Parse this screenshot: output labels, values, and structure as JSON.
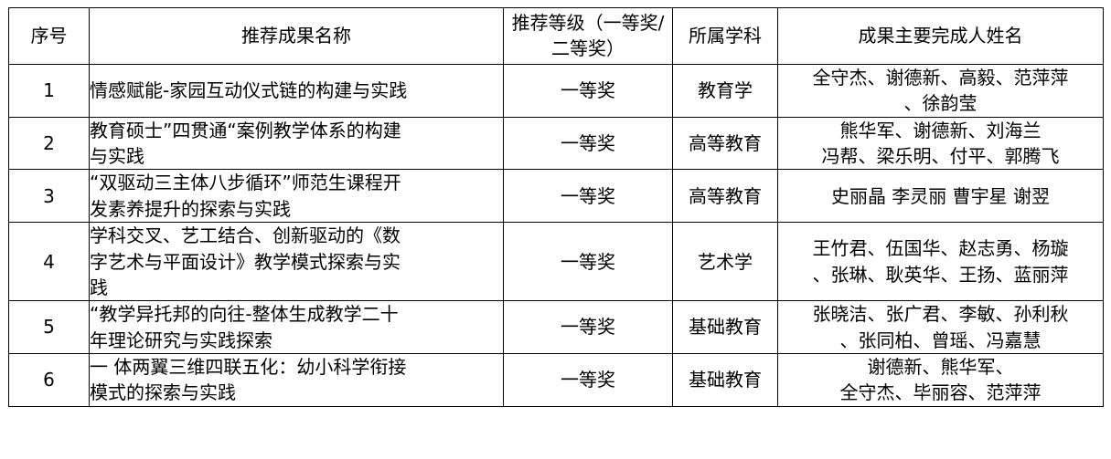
{
  "table": {
    "headers": {
      "seq": "序号",
      "name": "推荐成果名称",
      "level": "推荐等级（一等奖/二等奖）",
      "discipline": "所属学科",
      "people": "成果主要完成人姓名"
    },
    "rows": [
      {
        "seq": "1",
        "name_lines": [
          "情感赋能-家园互动仪式链的构建与实践"
        ],
        "level": "一等奖",
        "discipline": "教育学",
        "people_lines": [
          "全守杰、谢德新、高毅、范萍萍",
          "、徐韵莹"
        ]
      },
      {
        "seq": "2",
        "name_lines": [
          "教育硕士”四贯通“案例教学体系的构建",
          "与实践"
        ],
        "level": "一等奖",
        "discipline": "高等教育",
        "people_lines": [
          "熊华军、谢德新、刘海兰",
          "冯帮、梁乐明、付平、郭腾飞"
        ]
      },
      {
        "seq": "3",
        "name_lines": [
          "“双驱动三主体八步循环”师范生课程开",
          "发素养提升的探索与实践"
        ],
        "level": "一等奖",
        "discipline": "高等教育",
        "people_lines": [
          "史丽晶 李灵丽 曹宇星 谢翌"
        ]
      },
      {
        "seq": "4",
        "name_lines": [
          "学科交叉、艺工结合、创新驱动的《数",
          "字艺术与平面设计》教学模式探索与实",
          "践"
        ],
        "level": "一等奖",
        "discipline": "艺术学",
        "people_lines": [
          "王竹君、伍国华、赵志勇、杨璇",
          "、张琳、耿英华、王扬、蓝丽萍"
        ]
      },
      {
        "seq": "5",
        "name_lines": [
          "“教学异托邦的向往-整体生成教学二十",
          "年理论研究与实践探索"
        ],
        "level": "一等奖",
        "discipline": "基础教育",
        "people_lines": [
          "张晓洁、张广君、李敏、孙利秋",
          "、张同柏、曾瑶、冯嘉慧"
        ]
      },
      {
        "seq": "6",
        "name_lines": [
          "一 体两翼三维四联五化：幼小科学衔接",
          "模式的探索与实践"
        ],
        "level": "一等奖",
        "discipline": "基础教育",
        "people_lines": [
          "谢德新、熊华军、",
          "全守杰、毕丽容、范萍萍"
        ]
      }
    ]
  },
  "colors": {
    "border": "#000000",
    "text": "#000000",
    "background": "#ffffff"
  }
}
